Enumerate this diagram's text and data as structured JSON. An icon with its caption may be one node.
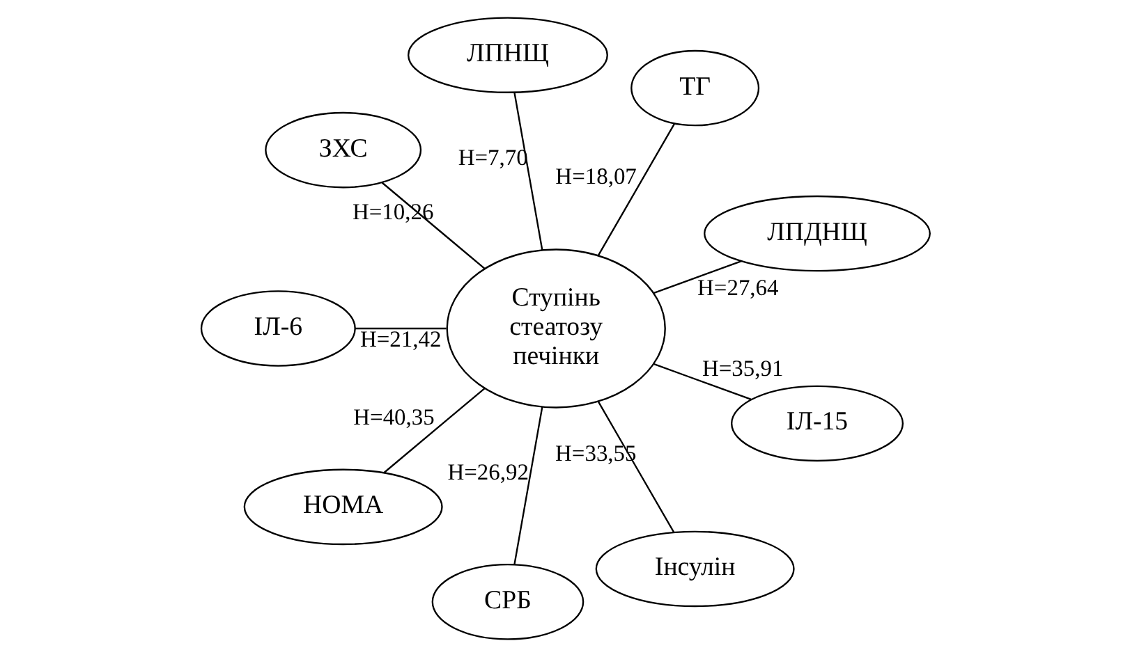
{
  "diagram": {
    "nodes": [
      {
        "text": [
          "ЛПДНЩ"
        ]
      },
      {
        "text": [
          "ТГ"
        ]
      },
      {
        "text": [
          "ЛПНЩ"
        ]
      },
      {
        "text": [
          "ЗХС"
        ]
      },
      {
        "text": [
          "ІЛ-6"
        ]
      },
      {
        "text": [
          "Ступінь стеатозу печінки"
        ]
      },
      {
        "text": [
          "НОМА"
        ]
      },
      {
        "text": [
          "СРБ"
        ]
      },
      {
        "text": [
          "Інсулін"
        ]
      },
      {
        "text": [
          "ІЛ-15"
        ]
      }
    ],
    "edges": [
      {
        "from": 5,
        "to": 0,
        "arrow": "none",
        "label": "H=27,64"
      },
      {
        "from": 5,
        "to": 2,
        "arrow": "none",
        "label": "H=7,70"
      },
      {
        "from": 5,
        "to": 4,
        "arrow": "none",
        "label": "H=21,42"
      },
      {
        "from": 5,
        "to": 7,
        "arrow": "none",
        "label": "H=26,92"
      },
      {
        "from": 5,
        "to": 9,
        "arrow": "none",
        "label": "H=35,91"
      },
      {
        "from": 5,
        "to": 8,
        "arrow": "none",
        "label": "H=33,55"
      },
      {
        "from": 5,
        "to": 6,
        "arrow": "none",
        "label": "H=40,35"
      },
      {
        "from": 5,
        "to": 3,
        "arrow": "none",
        "label": "H=10,26"
      },
      {
        "from": 5,
        "to": 1,
        "arrow": "none",
        "label": "H=18,07"
      }
    ]
  }
}
